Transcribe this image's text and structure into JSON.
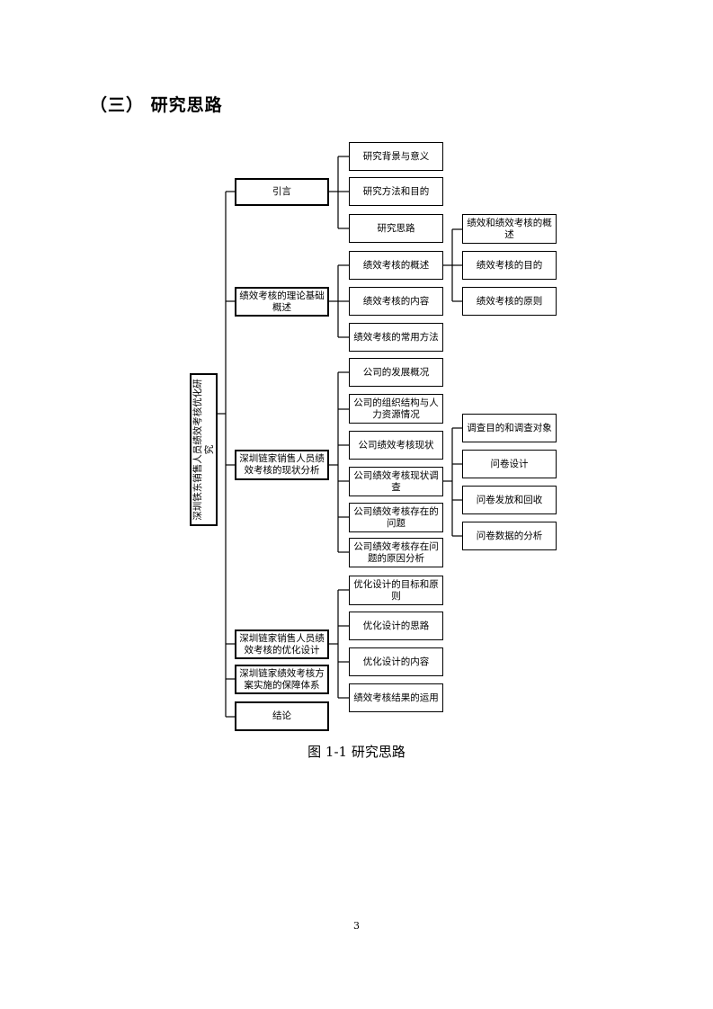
{
  "heading": "（三） 研究思路",
  "diagram": {
    "root": "深圳铁东销售人员绩效考核优化研究",
    "level1": {
      "intro": "引言",
      "theory": "绩效考核的理论基础概述",
      "status": "深圳链家销售人员绩效考核的现状分析",
      "optimize": "深圳链家销售人员绩效考核的优化设计",
      "guarantee": "深圳链家绩效考核方案实施的保障体系",
      "conclusion": "结论"
    },
    "level2": {
      "background": "研究背景与意义",
      "method": "研究方法和目的",
      "approach": "研究思路",
      "perf_overview": "绩效考核的概述",
      "perf_content": "绩效考核的内容",
      "perf_methods": "绩效考核的常用方法",
      "company_dev": "公司的发展概况",
      "company_org": "公司的组织结构与人力资源情况",
      "company_status": "公司绩效考核现状",
      "company_survey": "公司绩效考核现状调查",
      "company_problems": "公司绩效考核存在的问题",
      "company_causes": "公司绩效考核存在问题的原因分析",
      "opt_goal": "优化设计的目标和原则",
      "opt_idea": "优化设计的思路",
      "opt_content": "优化设计的内容",
      "opt_usage": "绩效考核结果的运用"
    },
    "level3": {
      "concept": "绩效和绩效考核的概述",
      "purpose": "绩效考核的目的",
      "principle": "绩效考核的原则",
      "survey_goal": "调查目的和调查对象",
      "questionnaire": "问卷设计",
      "distribute": "问卷发放和回收",
      "analysis": "问卷数据的分析"
    }
  },
  "caption": "图 1-1  研究思路",
  "page_number": "3"
}
